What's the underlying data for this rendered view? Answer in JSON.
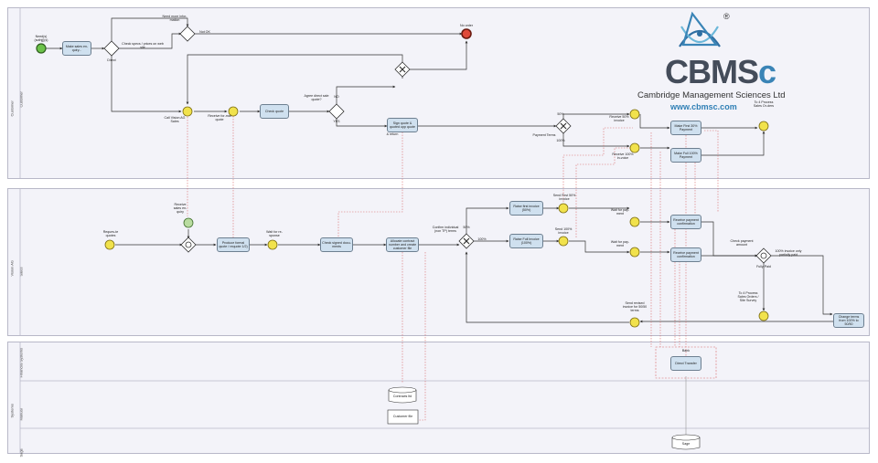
{
  "brand": {
    "name_part1": "CBMS",
    "name_part2": "c",
    "registered": "®",
    "subtitle": "Cambridge Management Sciences Ltd",
    "url": "www.cbmsc.com"
  },
  "lanes": {
    "customer_pool": "Customer",
    "customer_lane": "Customer",
    "vision_pool": "Vision AG",
    "sales_lane": "Sales",
    "financial_systems": "Financial Systems",
    "systems_pool": "Systems",
    "manual_lane": "Manual",
    "sage_lane": "Sage"
  },
  "customer": {
    "start_label": "Need(s) (sothjj)(s)",
    "make_sales_enquiry": "Make sales en-quiry...",
    "direct": "Direct",
    "check_specs": "Check specs / prices on web site",
    "need_more_info": "Need more infor-mation",
    "not_ok": "Not OK",
    "no_order": "No order",
    "call_vision": "Call Vision AG Sales",
    "receive_formal_quote": "Receive for-mal quote",
    "check_quote": "Check quote",
    "agree_direct_sale": "Agree direct sale quote?",
    "no": "NO",
    "yes": "YES",
    "sign_quote": "Sign quote & quoted upp quote",
    "and_return": "& return",
    "payment_terms": "Payment Terms",
    "pct_50": "50%",
    "pct_100": "100%",
    "receive_50_invoice": "Receive 50% invoice",
    "make_first_30": "Make First 30% Payment",
    "receive_100_invoice": "Receive 100% in-voice",
    "make_full_100": "Make Full 100% Payment",
    "to_4_process": "To 4 Process Sales Or-ders"
  },
  "sales": {
    "request_quote": "Reques-te quotes",
    "receive_sales_enquiry": "Receive sales en-quiry",
    "produce_formal_quote": "Produce formal quote / requote 1/2)",
    "wait_for_response": "Wait for re-sponse",
    "check_signed_docs": "Check signed docu-ments",
    "allocate_contract": "Allocate contract number and create customer file",
    "confirm_individual": "Confirm individual (non TP) terms",
    "pct_50": "50%",
    "pct_100": "100%",
    "raise_first_invoice": "Raise first invoice (50%)",
    "raise_full_invoice": "Raise Full Invoice (100%)",
    "send_first_50": "Send First 50% invoice",
    "send_100": "Send 100% invoice",
    "wait_payment_1": "Wait for pay-ment",
    "wait_payment_2": "Wait for pay-ment",
    "receive_payment_conf_1": "Receive payment confirmation",
    "receive_payment_conf_2": "Receive payment confirmation",
    "check_payment_amount": "Check payment amount",
    "fully_paid": "Fully Paid",
    "invoice_partially_paid": "100% invoice only partially paid",
    "to_4_process_sales": "To 4 Process Sales Orders / Site Survey",
    "send_revised_invoice": "Send revised invoice for 50/50 terms",
    "change_terms": "Change terms from 100% to 50/50"
  },
  "systems": {
    "bank": "Bank",
    "direct_transfer": "Direct Transfer",
    "contracts_ltd": "Contracts ltd",
    "customer_file": "Customer file",
    "sage": "Sage"
  },
  "colors": {
    "pool_bg": "#f3f3f9",
    "task_fill": "#cfe0ef",
    "event_fill": "#f1e24c",
    "start_fill": "#6cc24a",
    "end_fill": "#e04a3a",
    "message_line": "#d96a6a",
    "brand_blue": "#3a84b6"
  }
}
